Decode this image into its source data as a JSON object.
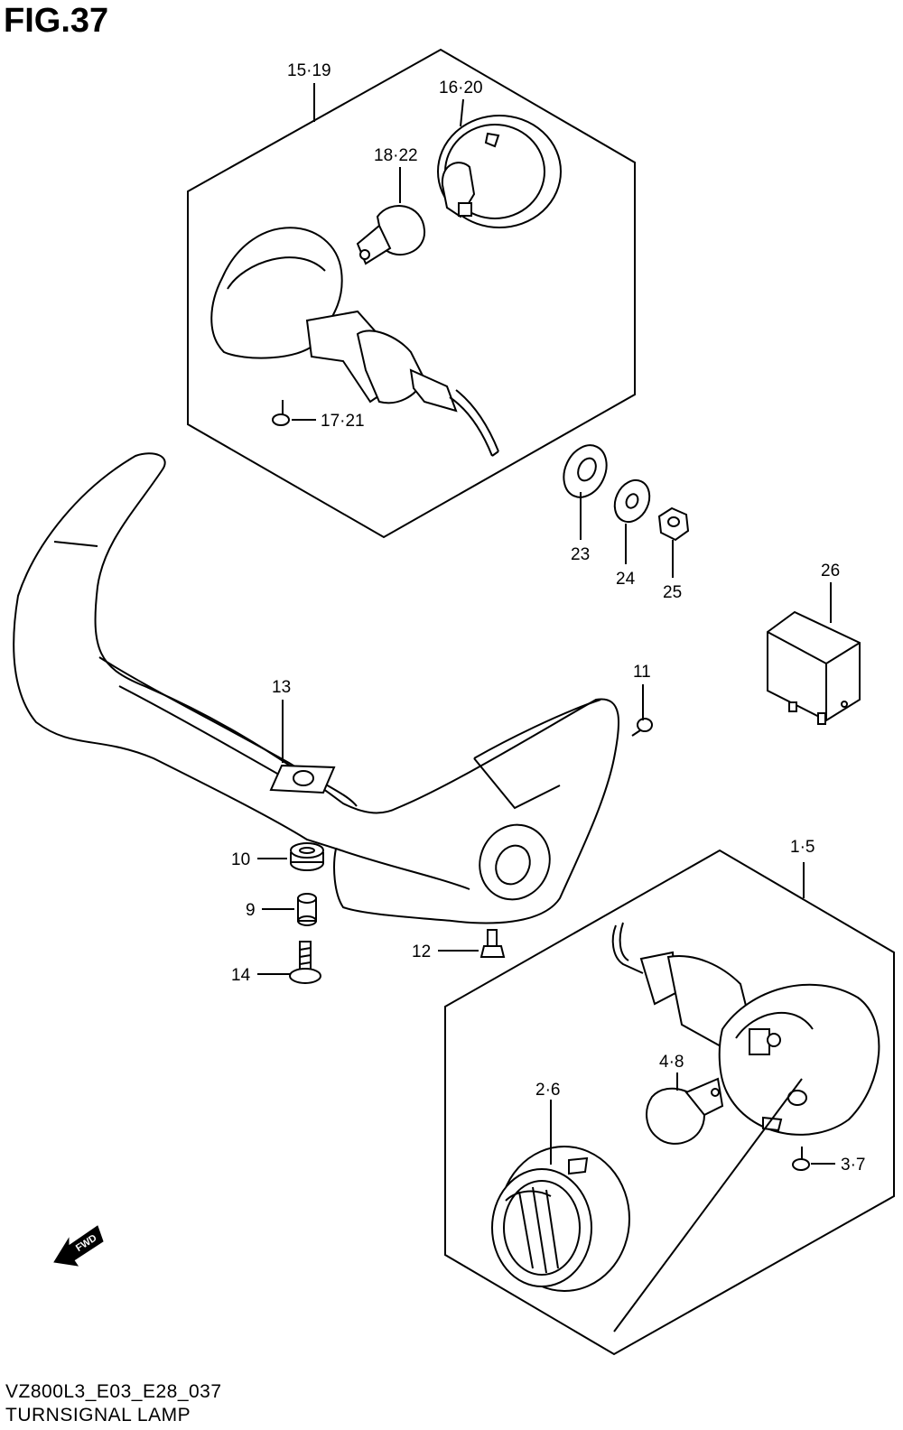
{
  "figure": {
    "title": "FIG.37"
  },
  "footer": {
    "code": "VZ800L3_E03_E28_037",
    "name": "TURNSIGNAL LAMP"
  },
  "labels": {
    "p15_19": "15·19",
    "p16_20": "16·20",
    "p18_22": "18·22",
    "p17_21": "17·21",
    "p23": "23",
    "p24": "24",
    "p25": "25",
    "p26": "26",
    "p13": "13",
    "p11": "11",
    "p10": "10",
    "p9": "9",
    "p14": "14",
    "p12": "12",
    "p1_5": "1·5",
    "p4_8": "4·8",
    "p2_6": "2·6",
    "p3_7": "3·7"
  },
  "fwd_badge": "FWD"
}
